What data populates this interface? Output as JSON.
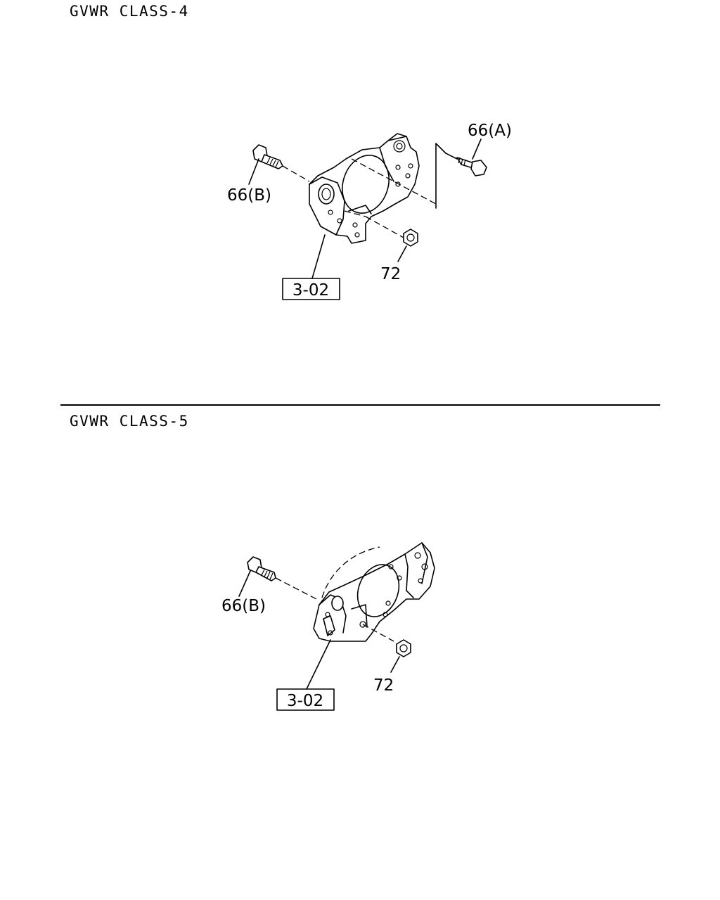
{
  "sections": [
    {
      "heading": "GVWR CLASS-4",
      "callouts": {
        "bolt_a": "66(A)",
        "bolt_b": "66(B)",
        "nut": "72",
        "ref_box": "3-02"
      }
    },
    {
      "heading": "GVWR CLASS-5",
      "callouts": {
        "bolt_b": "66(B)",
        "nut": "72",
        "ref_box": "3-02"
      }
    }
  ]
}
